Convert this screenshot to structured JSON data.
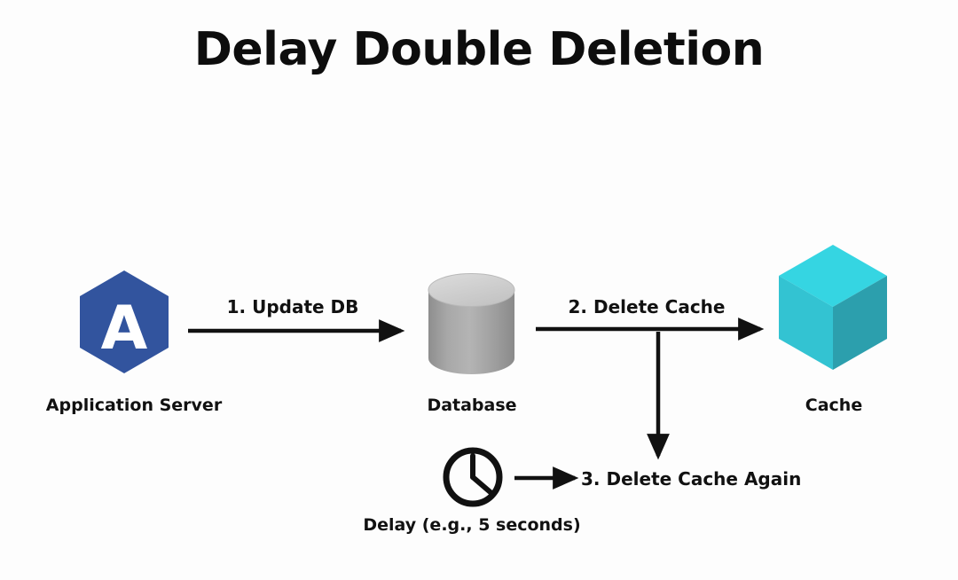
{
  "title": "Delay Double Deletion",
  "background_color": "#fdfdfd",
  "nodes": [
    {
      "id": "application-server",
      "label": "Application Server",
      "icon": "hexagon-a-icon",
      "glyph": "A",
      "color": "#32549E",
      "glyph_color": "#ffffff"
    },
    {
      "id": "database",
      "label": "Database",
      "icon": "database-cylinder-icon",
      "color_top": "#d2d2d2",
      "color_body": "#9a9a9a"
    },
    {
      "id": "cache",
      "label": "Cache",
      "icon": "cube-icon",
      "color_top": "#35d5e2",
      "color_left": "#33c3d2",
      "color_right": "#2c9fad"
    },
    {
      "id": "delay",
      "label": "Delay (e.g., 5 seconds)",
      "icon": "clock-icon",
      "color": "#111111"
    }
  ],
  "edges": [
    {
      "id": "edge-1",
      "label": "1. Update DB",
      "from": "application-server",
      "to": "database",
      "direction": "right",
      "color": "#111111"
    },
    {
      "id": "edge-2",
      "label": "2. Delete Cache",
      "from": "database",
      "to": "cache",
      "direction": "right",
      "color": "#111111"
    },
    {
      "id": "edge-branch",
      "label": "",
      "from": "edge-2",
      "to": "delay-step",
      "direction": "down",
      "color": "#111111"
    },
    {
      "id": "edge-3",
      "label": "3. Delete Cache Again",
      "from": "delay",
      "to": "delete-again",
      "direction": "right",
      "color": "#111111"
    }
  ]
}
